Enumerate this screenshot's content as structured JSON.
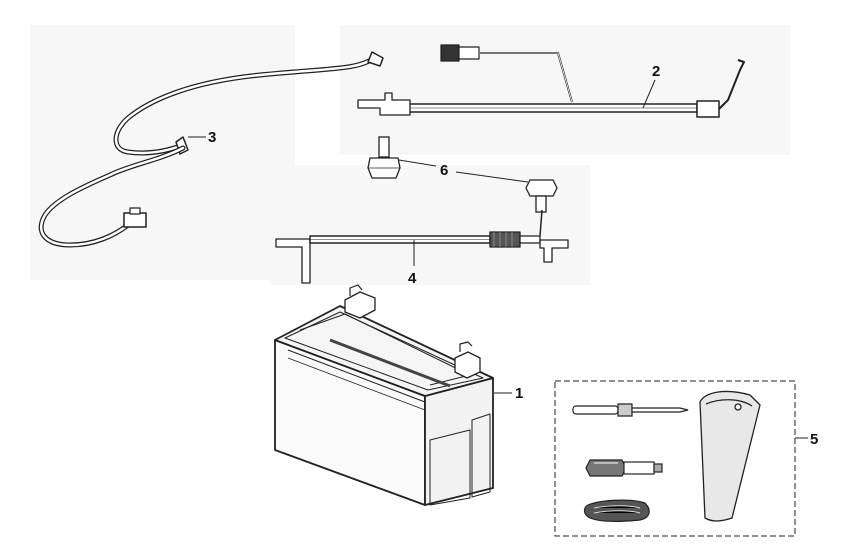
{
  "diagram": {
    "callouts": {
      "battery": "1",
      "positive_cable": "2",
      "ground_cable": "3",
      "negative_cable": "4",
      "tool_kit": "5",
      "bolt": "6"
    }
  }
}
